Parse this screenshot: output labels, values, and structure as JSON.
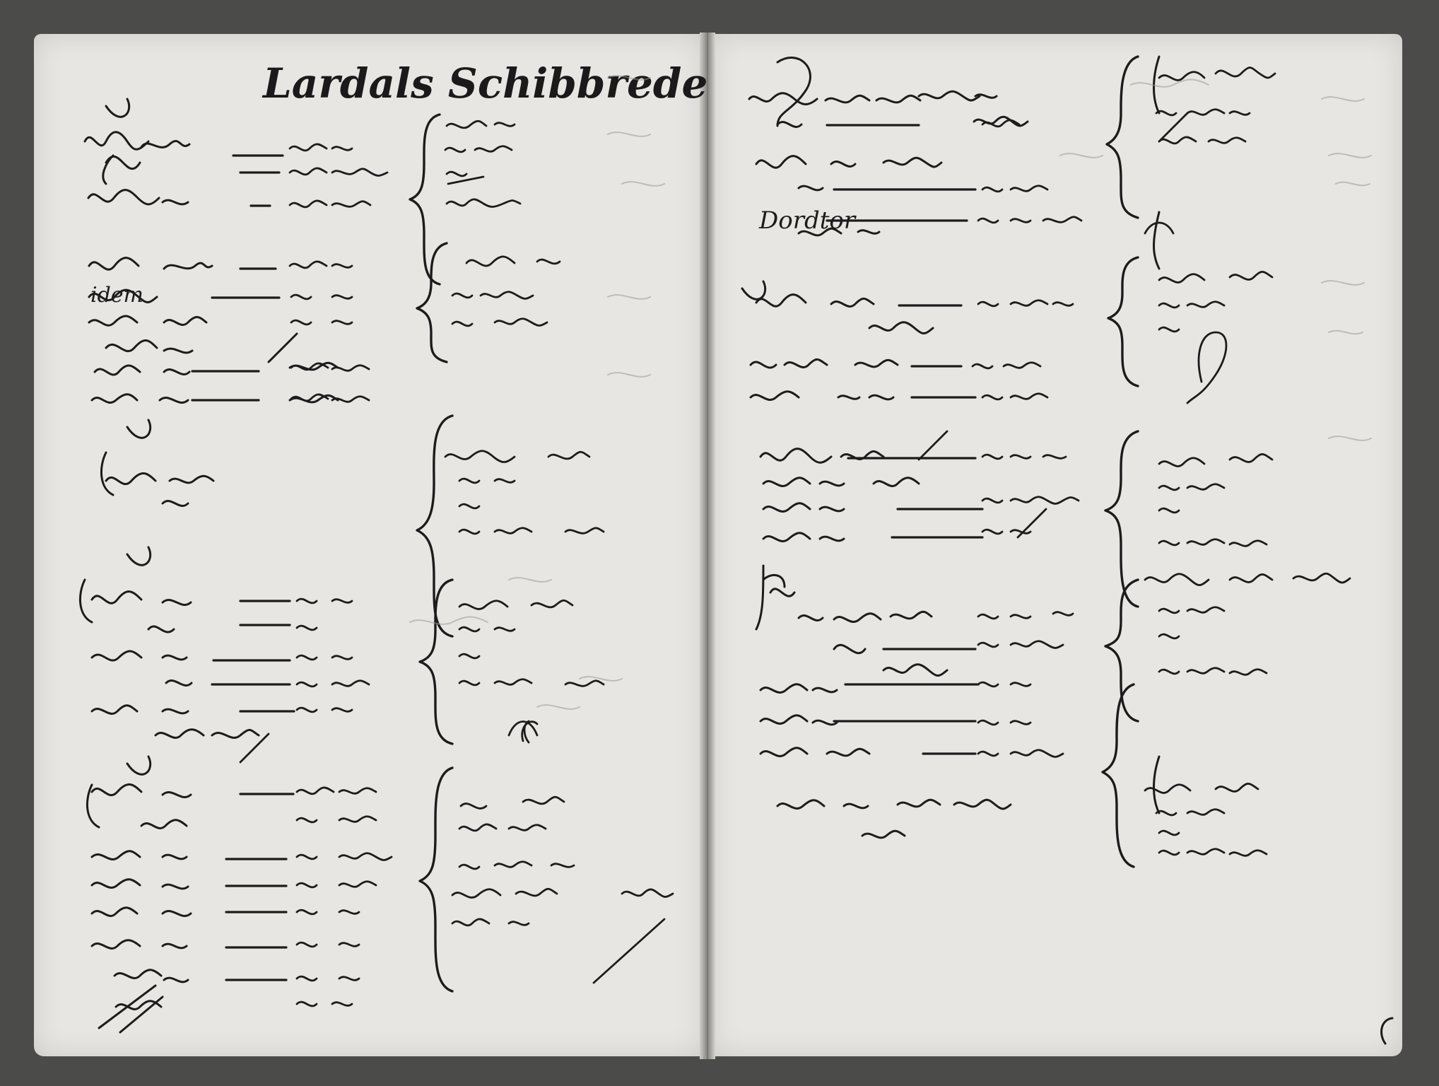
{
  "document": {
    "type": "handwritten ledger (two-page spread)",
    "left_page": {
      "heading": "Lardals Schibbrede"
    },
    "right_page": {
      "printed_words": [
        "Dordtor",
        "idem"
      ]
    },
    "colors": {
      "paper": "#e7e6e2",
      "ink": "#1c1c1c",
      "background": "#4b4b49"
    }
  }
}
